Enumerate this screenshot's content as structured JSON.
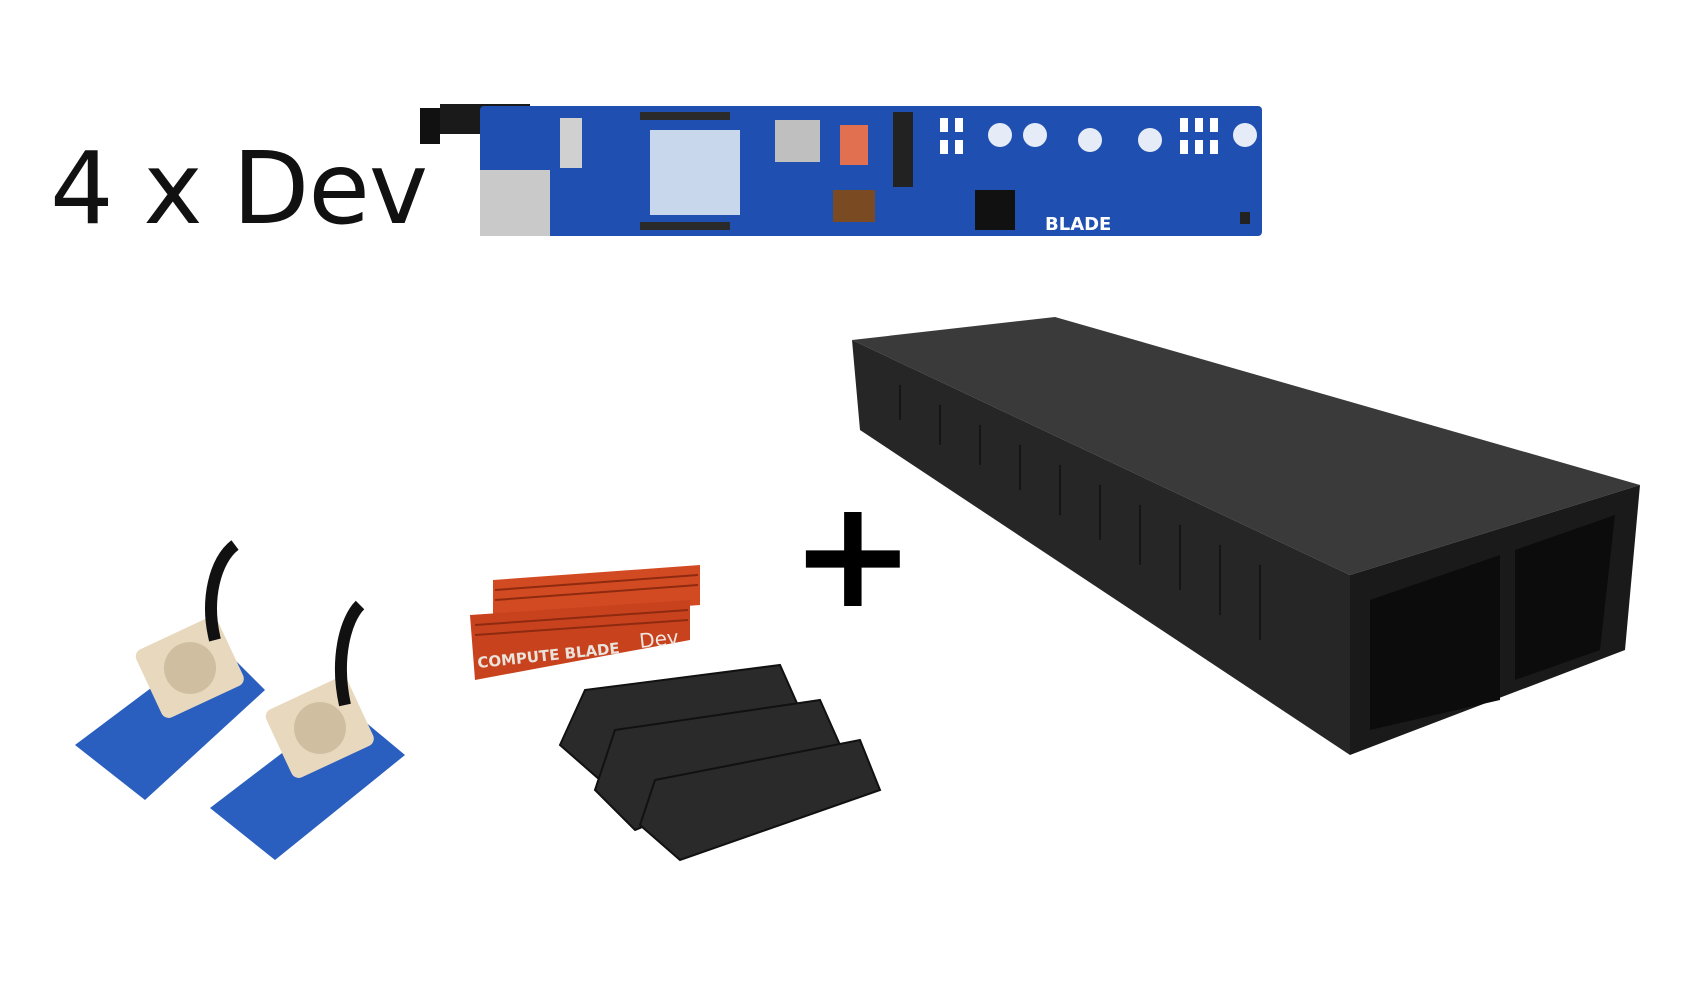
{
  "title": "4 x Dev",
  "plus_symbol": "+",
  "heatsink_brand": "COMPUTE BLADE",
  "heatsink_label": "Dev",
  "board_brand": "BLADE",
  "colors": {
    "pcb_blue": "#1f4fb0",
    "heatsink_red": "#c8421e",
    "heatsink_black": "#2a2a2a",
    "enclosure_black": "#262626",
    "fan_beige": "#e8d8bd"
  }
}
